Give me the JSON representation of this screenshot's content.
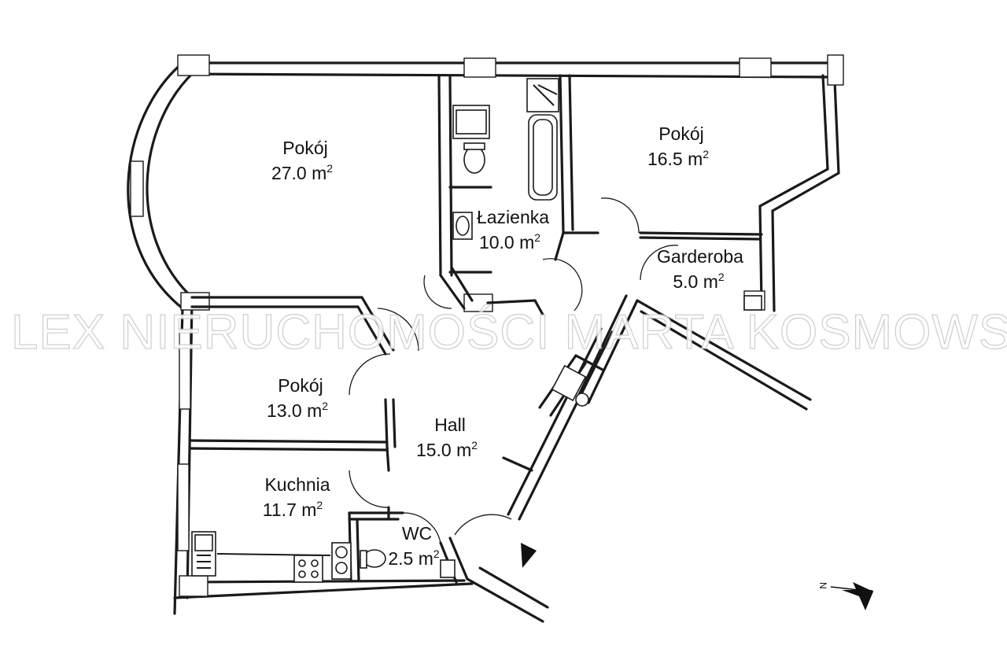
{
  "rooms": [
    {
      "name": "Pokój",
      "area": "27.0 m",
      "unit_sup": "2"
    },
    {
      "name": "Łazienka",
      "area": "10.0 m",
      "unit_sup": "2"
    },
    {
      "name": "Pokój",
      "area": "16.5 m",
      "unit_sup": "2"
    },
    {
      "name": "Garderoba",
      "area": "5.0 m",
      "unit_sup": "2"
    },
    {
      "name": "Pokój",
      "area": "13.0 m",
      "unit_sup": "2"
    },
    {
      "name": "Hall",
      "area": "15.0 m",
      "unit_sup": "2"
    },
    {
      "name": "Kuchnia",
      "area": "11.7 m",
      "unit_sup": "2"
    },
    {
      "name": "WC",
      "area": "2.5 m",
      "unit_sup": "2"
    }
  ],
  "watermark": "LEX NIERUCHOMOŚCI MARTA KOSMOWSKA",
  "compass": {
    "label": "N",
    "icon": "north-arrow-icon"
  },
  "entrance": {
    "icon": "entrance-arrow-icon"
  }
}
